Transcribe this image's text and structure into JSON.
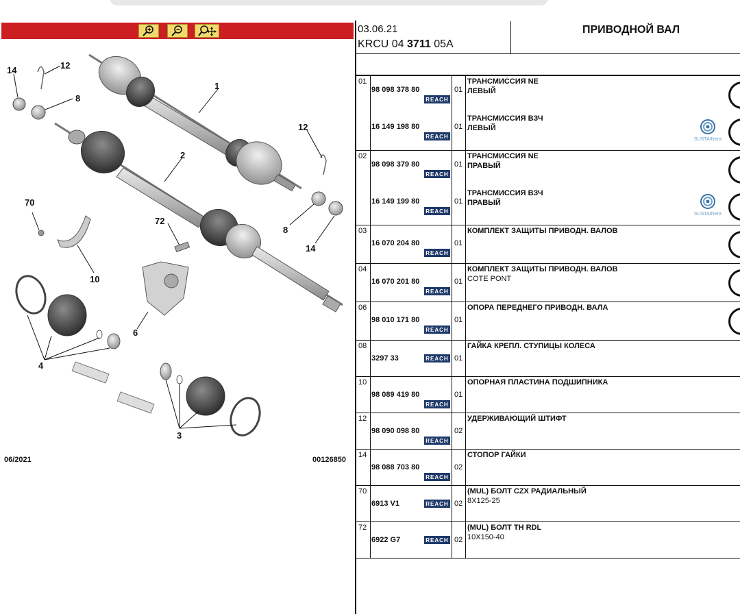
{
  "toolbar": {
    "zoom_in": "zoom-in",
    "zoom_out": "zoom-out",
    "zoom_pan": "zoom-pan"
  },
  "diagram": {
    "labels": [
      "1",
      "2",
      "3",
      "4",
      "6",
      "8",
      "8",
      "10",
      "12",
      "12",
      "14",
      "14",
      "70",
      "72"
    ],
    "footer_date": "06/2021",
    "footer_code": "00126850"
  },
  "header": {
    "date": "03.06.21",
    "ref_prefix": "KRCU 04 ",
    "ref_bold": "3711",
    "ref_suffix": " 05A",
    "title": "ПРИВОДНОЙ ВАЛ"
  },
  "reach_label": "REACH",
  "sustainera_label": "SUSTAINera",
  "colors": {
    "red_bar": "#cc1f22",
    "reach_bg": "#1f3a6b",
    "zoom_btn": "#f2d96b"
  },
  "rows": [
    {
      "num": "01",
      "entries": [
        {
          "part": "98 098 378 80",
          "qty": "01",
          "desc": "ТРАНСМИССИЯ NE",
          "desc2": "ЛЕВЫЙ",
          "sust": false
        },
        {
          "part": "16 149 198 80",
          "qty": "01",
          "desc": "ТРАНСМИССИЯ ВЗЧ",
          "desc2": "ЛЕВЫЙ",
          "sust": true
        }
      ]
    },
    {
      "num": "02",
      "entries": [
        {
          "part": "98 098 379 80",
          "qty": "01",
          "desc": "ТРАНСМИССИЯ NE",
          "desc2": "ПРАВЫЙ",
          "sust": false
        },
        {
          "part": "16 149 199 80",
          "qty": "01",
          "desc": "ТРАНСМИССИЯ ВЗЧ",
          "desc2": "ПРАВЫЙ",
          "sust": true
        }
      ]
    },
    {
      "num": "03",
      "entries": [
        {
          "part": "16 070 204 80",
          "qty": "01",
          "desc": "КОМПЛЕКТ ЗАЩИТЫ ПРИВОДН. ВАЛОВ",
          "desc2": ""
        }
      ]
    },
    {
      "num": "04",
      "entries": [
        {
          "part": "16 070 201 80",
          "qty": "01",
          "desc": "КОМПЛЕКТ ЗАЩИТЫ ПРИВОДН. ВАЛОВ",
          "desc2n": "COTE PONT"
        }
      ]
    },
    {
      "num": "06",
      "entries": [
        {
          "part": "98 010 171 80",
          "qty": "01",
          "desc": "ОПОРА ПЕРЕДНЕГО ПРИВОДН. ВАЛА",
          "desc2": ""
        }
      ]
    },
    {
      "num": "08",
      "entries": [
        {
          "part": "3297 33",
          "qty": "01",
          "desc": "ГАЙКА КРЕПЛ. СТУПИЦЫ КОЛЕСА",
          "desc2": ""
        }
      ]
    },
    {
      "num": "10",
      "entries": [
        {
          "part": "98 089 419 80",
          "qty": "01",
          "desc": "ОПОРНАЯ ПЛАСТИНА ПОДШИПНИКА",
          "desc2": ""
        }
      ]
    },
    {
      "num": "12",
      "entries": [
        {
          "part": "98 090 098 80",
          "qty": "02",
          "desc": "УДЕРЖИВАЮЩИЙ ШТИФТ",
          "desc2": ""
        }
      ]
    },
    {
      "num": "14",
      "entries": [
        {
          "part": "98 088 703 80",
          "qty": "02",
          "desc": "СТОПОР ГАЙКИ",
          "desc2": ""
        }
      ]
    },
    {
      "num": "70",
      "entries": [
        {
          "part": "6913 V1",
          "qty": "02",
          "desc": "(MUL) БОЛТ CZX РАДИАЛЬНЫЙ",
          "desc2n": "8X125-25"
        }
      ]
    },
    {
      "num": "72",
      "entries": [
        {
          "part": "6922 G7",
          "qty": "02",
          "desc": "(MUL) БОЛТ TH RDL",
          "desc2n": "10X150-40"
        }
      ]
    }
  ]
}
